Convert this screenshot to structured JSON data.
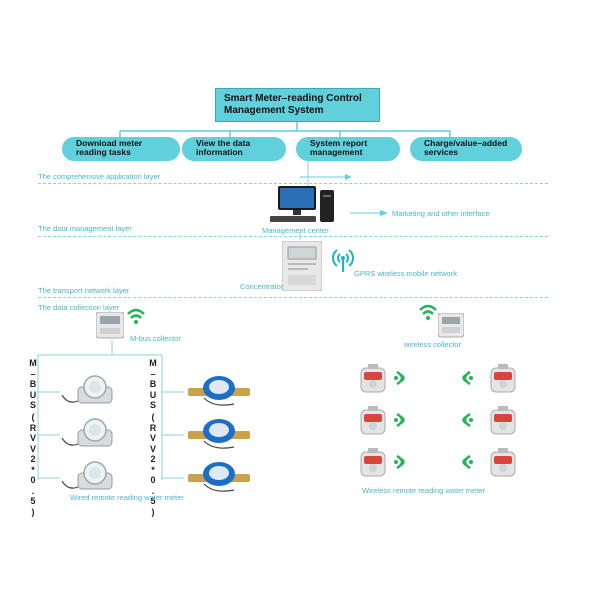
{
  "header": {
    "title_line1": "Smart Meter–reading Control",
    "title_line2": "Management System"
  },
  "applications": [
    {
      "line1": "Download meter",
      "line2": "reading tasks"
    },
    {
      "line1": "View the data",
      "line2": "information"
    },
    {
      "line1": "System report",
      "line2": "management"
    },
    {
      "line1": "Charge/value–added",
      "line2": "services"
    }
  ],
  "layers": {
    "application": "The comprehensive application layer",
    "data_management": "The data management layer",
    "transport": "The transport network layer",
    "data_collection": "The data collection layer"
  },
  "labels": {
    "management_center": "Management center",
    "marketing": "Marketing and other interface",
    "concentrator": "Concentrator",
    "gprs": "GPRS wireless mobile network",
    "mbus_collector": "M-bus collector",
    "wireless_collector": "wireless collector",
    "wired_meter": "Wired remote reading water meter",
    "wireless_meter": "Wireless remote reading water meter"
  },
  "cable_labels": {
    "left_col1": [
      "M",
      "–",
      "B",
      "U",
      "S"
    ],
    "left_col2": [
      "(",
      "R",
      "V",
      "V",
      "2",
      "*",
      "0",
      ".",
      "5",
      ")"
    ],
    "right_col1": [
      "M",
      "–",
      "B",
      "U",
      "S"
    ],
    "right_col2": [
      "(",
      "R",
      "V",
      "V",
      "2",
      "*",
      "0",
      ".",
      "5",
      ")"
    ]
  },
  "colors": {
    "accent": "#5fd0dc",
    "layer_text": "#4bb6c6",
    "line": "#8ad3de",
    "wifi_green": "#27b35a",
    "meter_blue": "#1c6fc4"
  }
}
